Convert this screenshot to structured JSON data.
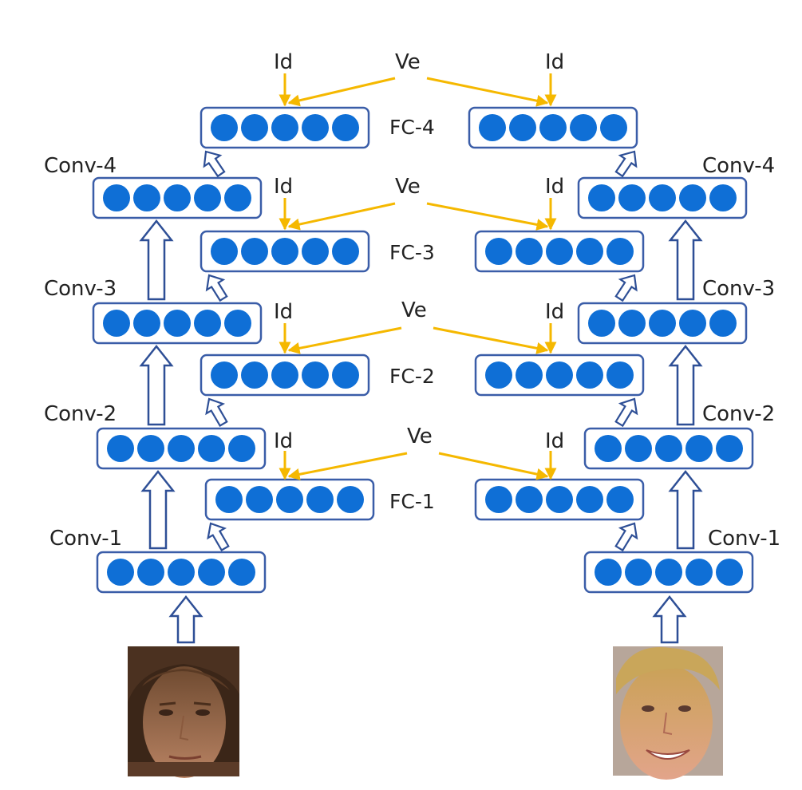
{
  "conv_labels": [
    "Conv-1",
    "Conv-2",
    "Conv-3",
    "Conv-4"
  ],
  "fc_labels": [
    "FC-1",
    "FC-2",
    "FC-3",
    "FC-4"
  ],
  "id_label": "Id",
  "ve_label": "Ve",
  "neurons_per_layer": 5,
  "colors": {
    "box_border": "#3a5da8",
    "neuron": "#0f6fd6",
    "block_arrow": "#2e4f96",
    "yellow_arrow": "#f5b800",
    "text": "#222222"
  }
}
